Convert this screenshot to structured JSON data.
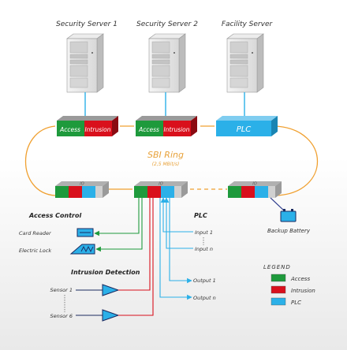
{
  "servers": [
    {
      "label": "Security Server 1"
    },
    {
      "label": "Security Server 2"
    },
    {
      "label": "Facility Server"
    }
  ],
  "top_modules": {
    "access": "Access",
    "intrusion": "Intrusion",
    "plc": "PLC"
  },
  "ring": {
    "title": "SBI Ring",
    "speed": "(2,5 MBit/s)"
  },
  "io_module_text": "IO",
  "sections": {
    "access_control": {
      "title": "Access Control",
      "card_reader": "Card Reader",
      "electric_lock": "Electric Lock"
    },
    "intrusion_detection": {
      "title": "Intrusion Detection",
      "sensor_1": "Sensor 1",
      "sensor_n": "Sensor 6"
    },
    "plc": {
      "title": "PLC",
      "input_1": "Input 1",
      "input_n": "Input n",
      "output_1": "Output 1",
      "output_n": "Output n"
    }
  },
  "backup_battery": "Backup Battery",
  "legend": {
    "title": "LEGEND",
    "items": [
      {
        "label": "Access",
        "color": "#1e9a3c"
      },
      {
        "label": "Intrusion",
        "color": "#d9101c"
      },
      {
        "label": "PLC",
        "color": "#2bb0e8"
      }
    ]
  },
  "colors": {
    "access": "#1e9a3c",
    "intrusion": "#d9101c",
    "plc": "#2bb0e8",
    "ring": "#f0a030",
    "ring_text": "#e8a23a"
  }
}
